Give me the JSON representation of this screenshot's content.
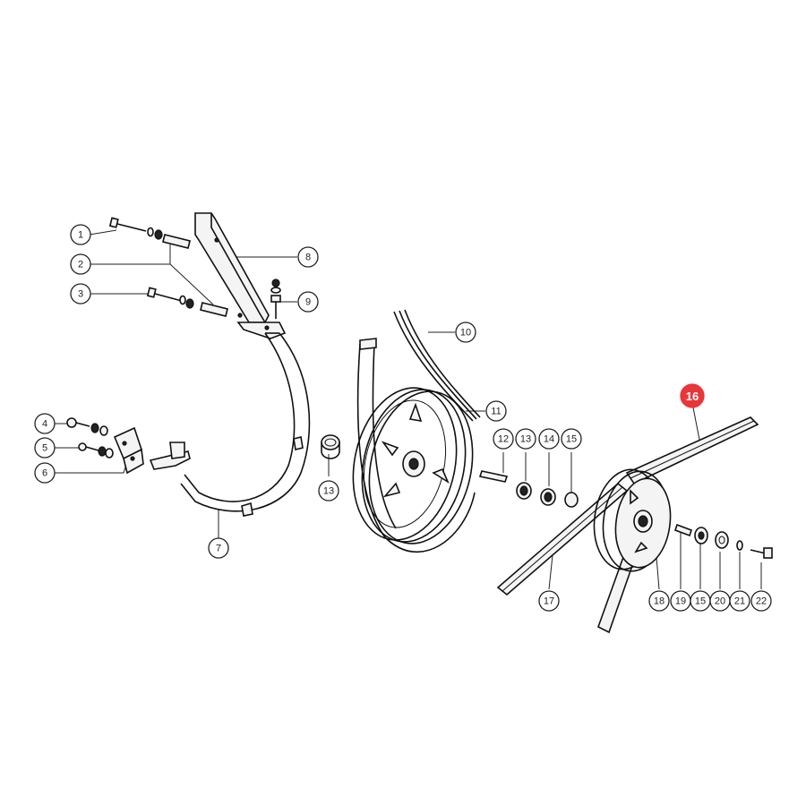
{
  "callouts": [
    {
      "label": "1",
      "highlight": false
    },
    {
      "label": "2",
      "highlight": false
    },
    {
      "label": "3",
      "highlight": false
    },
    {
      "label": "4",
      "highlight": false
    },
    {
      "label": "5",
      "highlight": false
    },
    {
      "label": "6",
      "highlight": false
    },
    {
      "label": "7",
      "highlight": false
    },
    {
      "label": "8",
      "highlight": false
    },
    {
      "label": "9",
      "highlight": false
    },
    {
      "label": "10",
      "highlight": false
    },
    {
      "label": "11",
      "highlight": false
    },
    {
      "label": "12",
      "highlight": false
    },
    {
      "label": "13",
      "highlight": false
    },
    {
      "label": "14",
      "highlight": false
    },
    {
      "label": "15",
      "highlight": false
    },
    {
      "label": "13",
      "highlight": false
    },
    {
      "label": "16",
      "highlight": true
    },
    {
      "label": "17",
      "highlight": false
    },
    {
      "label": "18",
      "highlight": false
    },
    {
      "label": "19",
      "highlight": false
    },
    {
      "label": "15",
      "highlight": false
    },
    {
      "label": "20",
      "highlight": false
    },
    {
      "label": "21",
      "highlight": false
    },
    {
      "label": "22",
      "highlight": false
    }
  ],
  "colors": {
    "highlight": "#e8363b",
    "line": "#111111",
    "background": "#ffffff"
  }
}
